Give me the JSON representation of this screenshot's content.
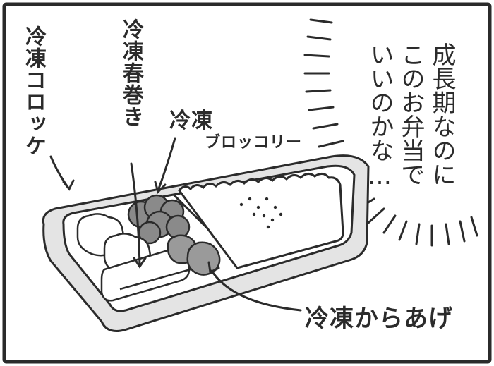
{
  "labels": {
    "korokke": "冷凍コロッケ",
    "harumaki": "冷凍春巻き",
    "broccoli_line1": "冷凍",
    "broccoli_line2": "ブロッコリー",
    "karaage": "冷凍からあげ"
  },
  "thought": {
    "lines": [
      "成長期なのに",
      "このお弁当で",
      "いいのかな…"
    ]
  },
  "colors": {
    "ink": "#2b2b2b",
    "tray": "#e4e4e4",
    "broccoli": "#8a8a8a",
    "paper": "#ffffff"
  }
}
